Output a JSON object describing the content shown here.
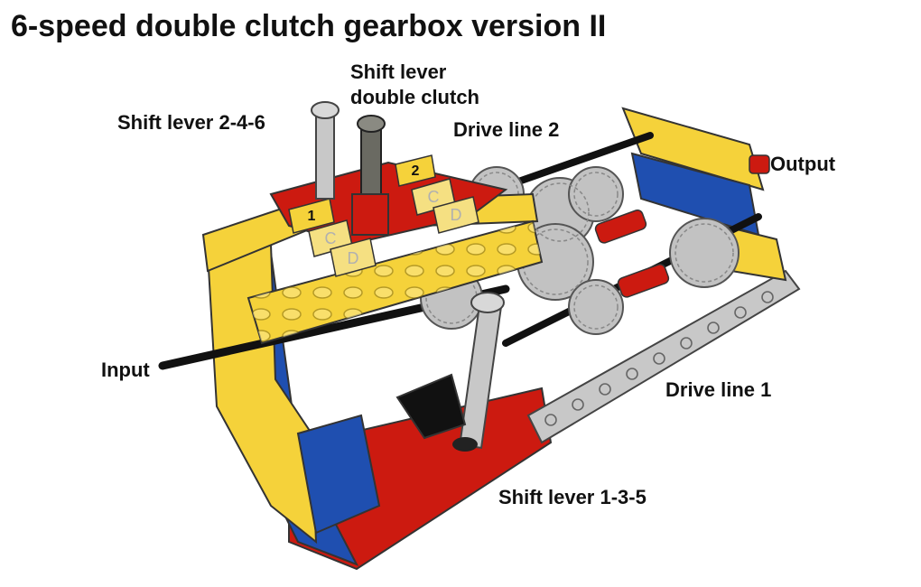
{
  "title": "6-speed double clutch gearbox version II",
  "labels": {
    "shift_lever_double_clutch_line1": "Shift lever",
    "shift_lever_double_clutch_line2": "double clutch",
    "shift_lever_246": "Shift lever 2-4-6",
    "drive_line_2": "Drive line 2",
    "output": "Output",
    "input": "Input",
    "drive_line_1": "Drive line 1",
    "shift_lever_135": "Shift lever 1-3-5"
  },
  "tile_marks": {
    "gear_1": "1",
    "gear_2": "2",
    "clutch_c": "C",
    "clutch_d": "D"
  },
  "colors": {
    "yellow": "#f5d23a",
    "red": "#cc1a10",
    "blue": "#1f4fb0",
    "light_gray": "#c8c8c8",
    "dark_gray": "#6a6a62",
    "black": "#111111"
  }
}
